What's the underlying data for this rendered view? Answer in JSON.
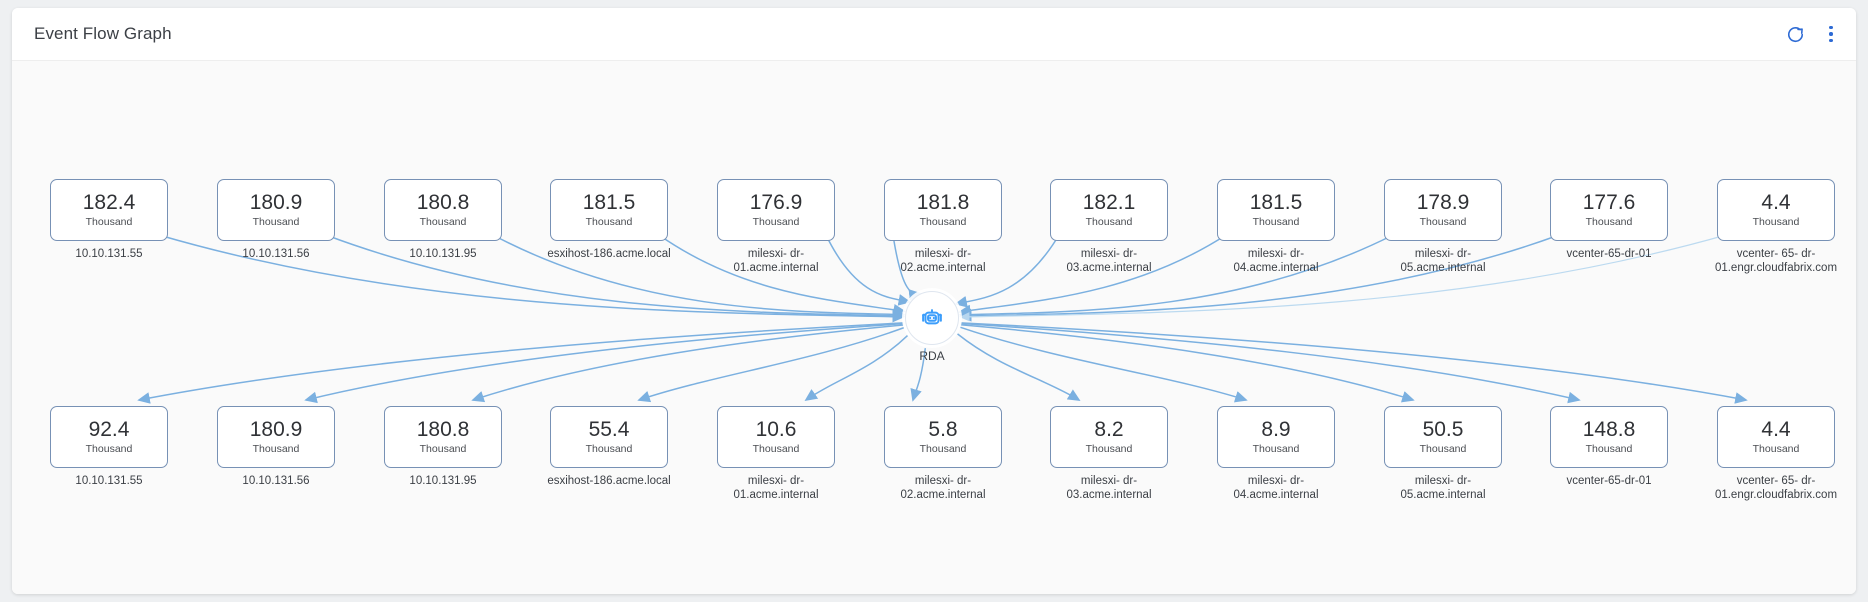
{
  "header": {
    "title": "Event Flow Graph",
    "refresh_icon": "refresh-icon",
    "menu_icon": "kebab-menu-icon"
  },
  "graph": {
    "center": {
      "label": "RDA",
      "icon": "robot-icon",
      "icon_color": "#3b9dfb"
    },
    "unit": "Thousand",
    "accent_color": "#7bb0e0",
    "node_border_color": "#7791b5",
    "inbound": [
      {
        "value": "182.4",
        "unit": "Thousand",
        "label": "10.10.131.55"
      },
      {
        "value": "180.9",
        "unit": "Thousand",
        "label": "10.10.131.56"
      },
      {
        "value": "180.8",
        "unit": "Thousand",
        "label": "10.10.131.95"
      },
      {
        "value": "181.5",
        "unit": "Thousand",
        "label": "esxihost-186.acme.local"
      },
      {
        "value": "176.9",
        "unit": "Thousand",
        "label": "milesxi- dr-\n01.acme.internal"
      },
      {
        "value": "181.8",
        "unit": "Thousand",
        "label": "milesxi- dr-\n02.acme.internal"
      },
      {
        "value": "182.1",
        "unit": "Thousand",
        "label": "milesxi- dr-\n03.acme.internal"
      },
      {
        "value": "181.5",
        "unit": "Thousand",
        "label": "milesxi- dr-\n04.acme.internal"
      },
      {
        "value": "178.9",
        "unit": "Thousand",
        "label": "milesxi- dr-\n05.acme.internal"
      },
      {
        "value": "177.6",
        "unit": "Thousand",
        "label": "vcenter-65-dr-01"
      },
      {
        "value": "4.4",
        "unit": "Thousand",
        "label": "vcenter- 65- dr-\n01.engr.cloudfabrix.com"
      }
    ],
    "outbound": [
      {
        "value": "92.4",
        "unit": "Thousand",
        "label": "10.10.131.55"
      },
      {
        "value": "180.9",
        "unit": "Thousand",
        "label": "10.10.131.56"
      },
      {
        "value": "180.8",
        "unit": "Thousand",
        "label": "10.10.131.95"
      },
      {
        "value": "55.4",
        "unit": "Thousand",
        "label": "esxihost-186.acme.local"
      },
      {
        "value": "10.6",
        "unit": "Thousand",
        "label": "milesxi- dr-\n01.acme.internal"
      },
      {
        "value": "5.8",
        "unit": "Thousand",
        "label": "milesxi- dr-\n02.acme.internal"
      },
      {
        "value": "8.2",
        "unit": "Thousand",
        "label": "milesxi- dr-\n03.acme.internal"
      },
      {
        "value": "8.9",
        "unit": "Thousand",
        "label": "milesxi- dr-\n04.acme.internal"
      },
      {
        "value": "50.5",
        "unit": "Thousand",
        "label": "milesxi- dr-\n05.acme.internal"
      },
      {
        "value": "148.8",
        "unit": "Thousand",
        "label": "vcenter-65-dr-01"
      },
      {
        "value": "4.4",
        "unit": "Thousand",
        "label": "vcenter- 65- dr-\n01.engr.cloudfabrix.com"
      }
    ]
  },
  "chart_data": {
    "type": "diagram",
    "title": "Event Flow Graph",
    "center_node": "RDA",
    "unit": "Thousand",
    "edges_in": [
      {
        "source": "10.10.131.55",
        "target": "RDA",
        "value": 182.4
      },
      {
        "source": "10.10.131.56",
        "target": "RDA",
        "value": 180.9
      },
      {
        "source": "10.10.131.95",
        "target": "RDA",
        "value": 180.8
      },
      {
        "source": "esxihost-186.acme.local",
        "target": "RDA",
        "value": 181.5
      },
      {
        "source": "milesxi- dr-01.acme.internal",
        "target": "RDA",
        "value": 176.9
      },
      {
        "source": "milesxi- dr-02.acme.internal",
        "target": "RDA",
        "value": 181.8
      },
      {
        "source": "milesxi- dr-03.acme.internal",
        "target": "RDA",
        "value": 182.1
      },
      {
        "source": "milesxi- dr-04.acme.internal",
        "target": "RDA",
        "value": 181.5
      },
      {
        "source": "milesxi- dr-05.acme.internal",
        "target": "RDA",
        "value": 178.9
      },
      {
        "source": "vcenter-65-dr-01",
        "target": "RDA",
        "value": 177.6
      },
      {
        "source": "vcenter- 65- dr-01.engr.cloudfabrix.com",
        "target": "RDA",
        "value": 4.4
      }
    ],
    "edges_out": [
      {
        "source": "RDA",
        "target": "10.10.131.55",
        "value": 92.4
      },
      {
        "source": "RDA",
        "target": "10.10.131.56",
        "value": 180.9
      },
      {
        "source": "RDA",
        "target": "10.10.131.95",
        "value": 180.8
      },
      {
        "source": "RDA",
        "target": "esxihost-186.acme.local",
        "value": 55.4
      },
      {
        "source": "RDA",
        "target": "milesxi- dr-01.acme.internal",
        "value": 10.6
      },
      {
        "source": "RDA",
        "target": "milesxi- dr-02.acme.internal",
        "value": 5.8
      },
      {
        "source": "RDA",
        "target": "milesxi- dr-03.acme.internal",
        "value": 8.2
      },
      {
        "source": "RDA",
        "target": "milesxi- dr-04.acme.internal",
        "value": 8.9
      },
      {
        "source": "RDA",
        "target": "milesxi- dr-05.acme.internal",
        "value": 50.5
      },
      {
        "source": "RDA",
        "target": "vcenter-65-dr-01",
        "value": 148.8
      },
      {
        "source": "RDA",
        "target": "vcenter- 65- dr-01.engr.cloudfabrix.com",
        "value": 4.4
      }
    ]
  }
}
